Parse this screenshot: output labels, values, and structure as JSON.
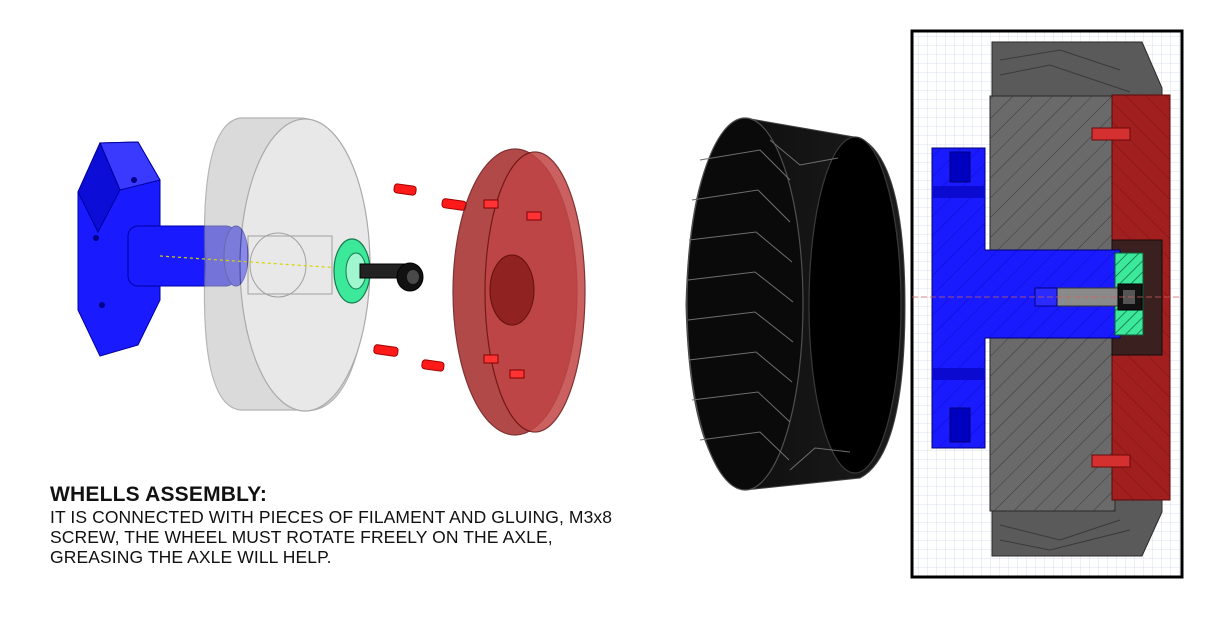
{
  "caption": {
    "title": "WHELLS ASSEMBLY:",
    "lines": [
      "IT IS CONNECTED WITH PIECES OF FILAMENT AND GLUING, M3x8",
      "SCREW, THE WHEEL MUST ROTATE FREELY ON THE AXLE,",
      "GREASING THE AXLE WILL HELP."
    ]
  },
  "colors": {
    "axle_mount": "#1a1aff",
    "hub": "#c8c8c8",
    "bearing": "#3ce89a",
    "screw": "#111111",
    "pins": "#ff1a1a",
    "rim_cap": "#b03030",
    "tire": "#0a0a0a",
    "section_grid": "#cfd8e6",
    "section_border": "#000000"
  },
  "icons": [
    "exploded-view-illustration",
    "tire-render",
    "section-view"
  ]
}
